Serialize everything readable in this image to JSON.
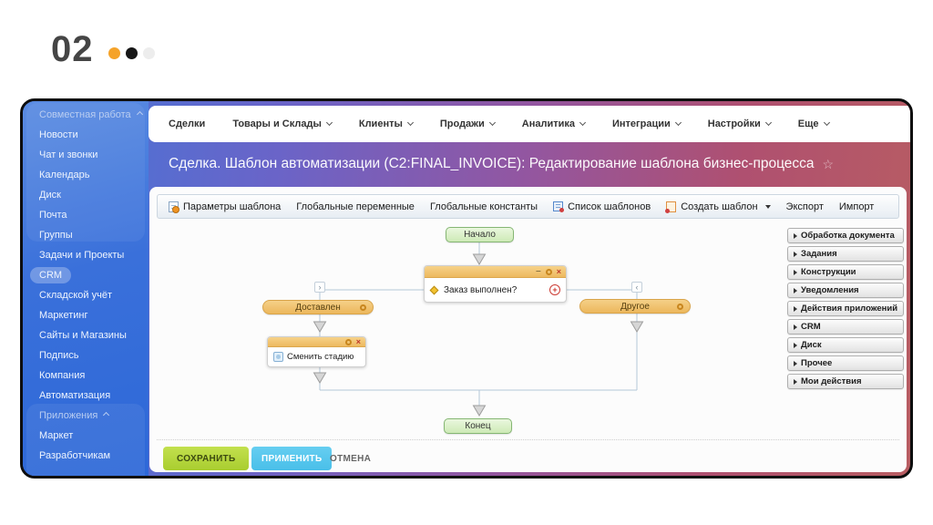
{
  "slide_header": {
    "number": "02",
    "dot_colors": [
      "#f5a32a",
      "#161616",
      "#ededed"
    ]
  },
  "sidebar": {
    "items": [
      {
        "label": "Совместная работа",
        "type": "section"
      },
      {
        "label": "Новости",
        "type": "item"
      },
      {
        "label": "Чат и звонки",
        "type": "item"
      },
      {
        "label": "Календарь",
        "type": "item"
      },
      {
        "label": "Диск",
        "type": "item"
      },
      {
        "label": "Почта",
        "type": "item"
      },
      {
        "label": "Группы",
        "type": "item"
      },
      {
        "label": "Задачи и Проекты",
        "type": "item"
      },
      {
        "label": "CRM",
        "type": "active"
      },
      {
        "label": "Складской учёт",
        "type": "item"
      },
      {
        "label": "Маркетинг",
        "type": "item"
      },
      {
        "label": "Сайты и Магазины",
        "type": "item"
      },
      {
        "label": "Подпись",
        "type": "item"
      },
      {
        "label": "Компания",
        "type": "item"
      },
      {
        "label": "Автоматизация",
        "type": "item"
      },
      {
        "label": "Приложения",
        "type": "section"
      },
      {
        "label": "Маркет",
        "type": "item"
      },
      {
        "label": "Разработчикам",
        "type": "item"
      }
    ]
  },
  "nav": {
    "items": [
      {
        "label": "Сделки",
        "chevron": false
      },
      {
        "label": "Товары и Склады",
        "chevron": true
      },
      {
        "label": "Клиенты",
        "chevron": true
      },
      {
        "label": "Продажи",
        "chevron": true
      },
      {
        "label": "Аналитика",
        "chevron": true
      },
      {
        "label": "Интеграции",
        "chevron": true
      },
      {
        "label": "Настройки",
        "chevron": true
      },
      {
        "label": "Еще",
        "chevron": true
      }
    ]
  },
  "title_bar": {
    "text": "Сделка. Шаблон автоматизации (C2:FINAL_INVOICE): Редактирование шаблона бизнес-процесса",
    "star": "☆"
  },
  "toolbar": {
    "items": [
      {
        "label": "Параметры шаблона"
      },
      {
        "label": "Глобальные переменные"
      },
      {
        "label": "Глобальные константы"
      },
      {
        "label": "Список шаблонов"
      },
      {
        "label": "Создать шаблон"
      },
      {
        "label": "Экспорт"
      },
      {
        "label": "Импорт"
      }
    ]
  },
  "flowchart": {
    "start_label": "Начало",
    "end_label": "Конец",
    "decision": {
      "label": "Заказ выполнен?",
      "minimize": "–",
      "close": "×",
      "add": "+"
    },
    "branch_left": {
      "marker": "›",
      "label": "Доставлен"
    },
    "branch_right": {
      "marker": "‹",
      "label": "Другое"
    },
    "action": {
      "label": "Сменить стадию",
      "close": "×"
    }
  },
  "palette": {
    "items": [
      "Обработка документа",
      "Задания",
      "Конструкции",
      "Уведомления",
      "Действия приложений",
      "CRM",
      "Диск",
      "Прочее",
      "Мои действия"
    ]
  },
  "footer": {
    "save": "СОХРАНИТЬ",
    "apply": "ПРИМЕНИТЬ",
    "cancel": "ОТМЕНА"
  },
  "colors": {
    "sidebar_blue": "#3a70da",
    "gradient_left": "#4277d9",
    "gradient_right": "#b85d62",
    "accent_orange": "#edb95f",
    "node_green": "#cdeab6",
    "save_green": "#a9cd2f",
    "apply_blue": "#49bfe9"
  }
}
